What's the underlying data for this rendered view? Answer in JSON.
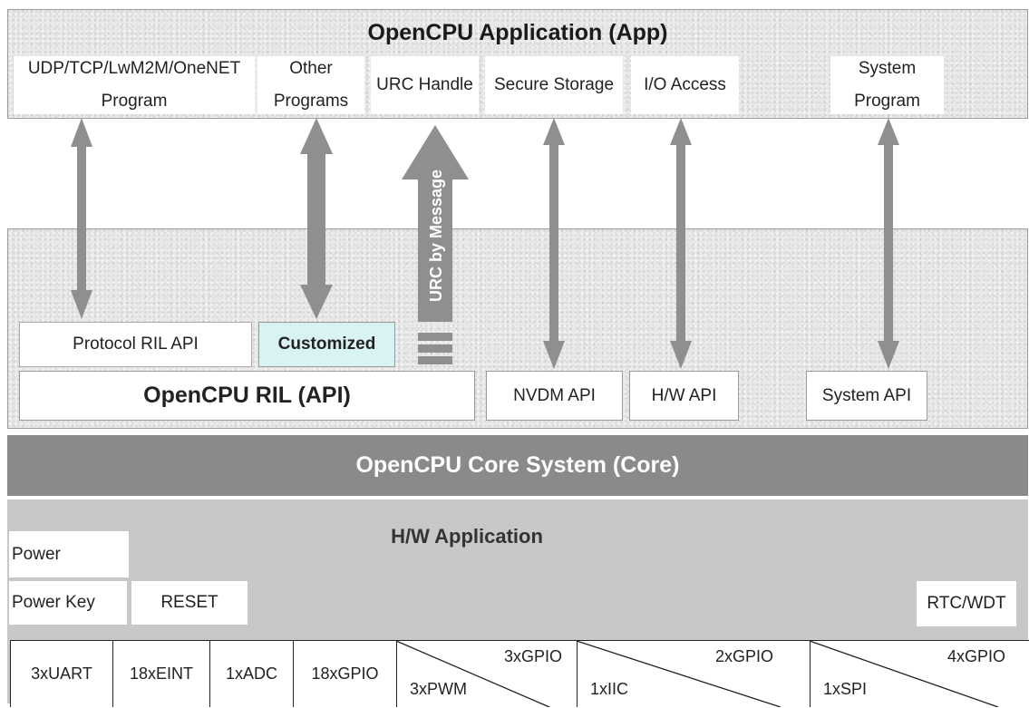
{
  "app": {
    "title": "OpenCPU Application (App)",
    "boxes": [
      {
        "label_1": "UDP/TCP/LwM2M/OneNET",
        "label_2": "Program"
      },
      {
        "label_1": "Other",
        "label_2": "Programs"
      },
      {
        "label": "URC Handle"
      },
      {
        "label": "Secure Storage"
      },
      {
        "label": "I/O Access"
      },
      {
        "label_1": "System",
        "label_2": "Program"
      }
    ]
  },
  "middle": {
    "urc_arrow_label": "URC by Message",
    "protocol_ril": "Protocol RIL API",
    "customized": "Customized",
    "ril_api": "OpenCPU RIL (API)",
    "nvdm_api": "NVDM API",
    "hw_api": "H/W API",
    "system_api": "System API"
  },
  "core": {
    "title": "OpenCPU Core System (Core)"
  },
  "hw": {
    "title": "H/W Application",
    "power": "Power",
    "power_key": "Power Key",
    "reset": "RESET",
    "rtc_wdt": "RTC/WDT",
    "cells": [
      "3xUART",
      "18xEINT",
      "1xADC",
      "18xGPIO"
    ],
    "split_cells": [
      {
        "top": "3xGPIO",
        "bottom": "3xPWM"
      },
      {
        "top": "2xGPIO",
        "bottom": "1xIIC"
      },
      {
        "top": "4xGPIO",
        "bottom": "1xSPI"
      }
    ]
  },
  "colors": {
    "core_band": "#8a8a8a",
    "hw_panel": "#c8c8c8",
    "arrow": "#8f8f8f",
    "customized_fill": "#d9f3f4"
  }
}
